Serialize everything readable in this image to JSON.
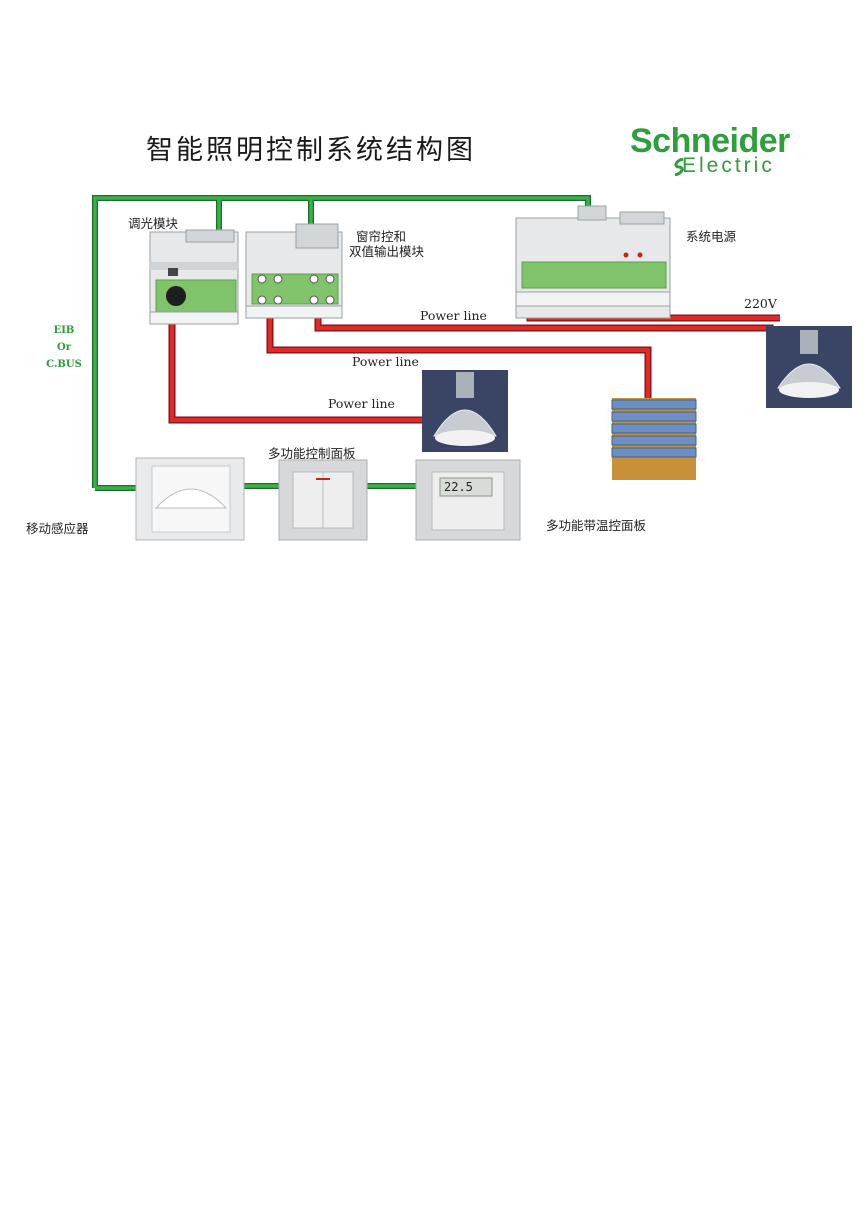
{
  "title": "智能照明控制系统结构图",
  "brand": {
    "line1": "Schneider",
    "line2": "Electric",
    "color": "#2f9e3c"
  },
  "bus_label": {
    "line1": "EIB",
    "line2": "Or",
    "line3": "C.BUS"
  },
  "modules": {
    "dimmer": "调光模块",
    "curtain_line1": "窗帘控和",
    "curtain_line2": "双值输出模块",
    "power_supply": "系统电源"
  },
  "power_lines": {
    "a": "Power line",
    "b": "Power line",
    "c": "Power line"
  },
  "voltage": "220V",
  "panels": {
    "sensor": "移动感应器",
    "multi_panel": "多功能控制面板",
    "temp_panel": "多功能带温控面板",
    "temp_display": "22.5"
  },
  "colors": {
    "bus": "#2c9a3a",
    "power": "#d42222"
  }
}
